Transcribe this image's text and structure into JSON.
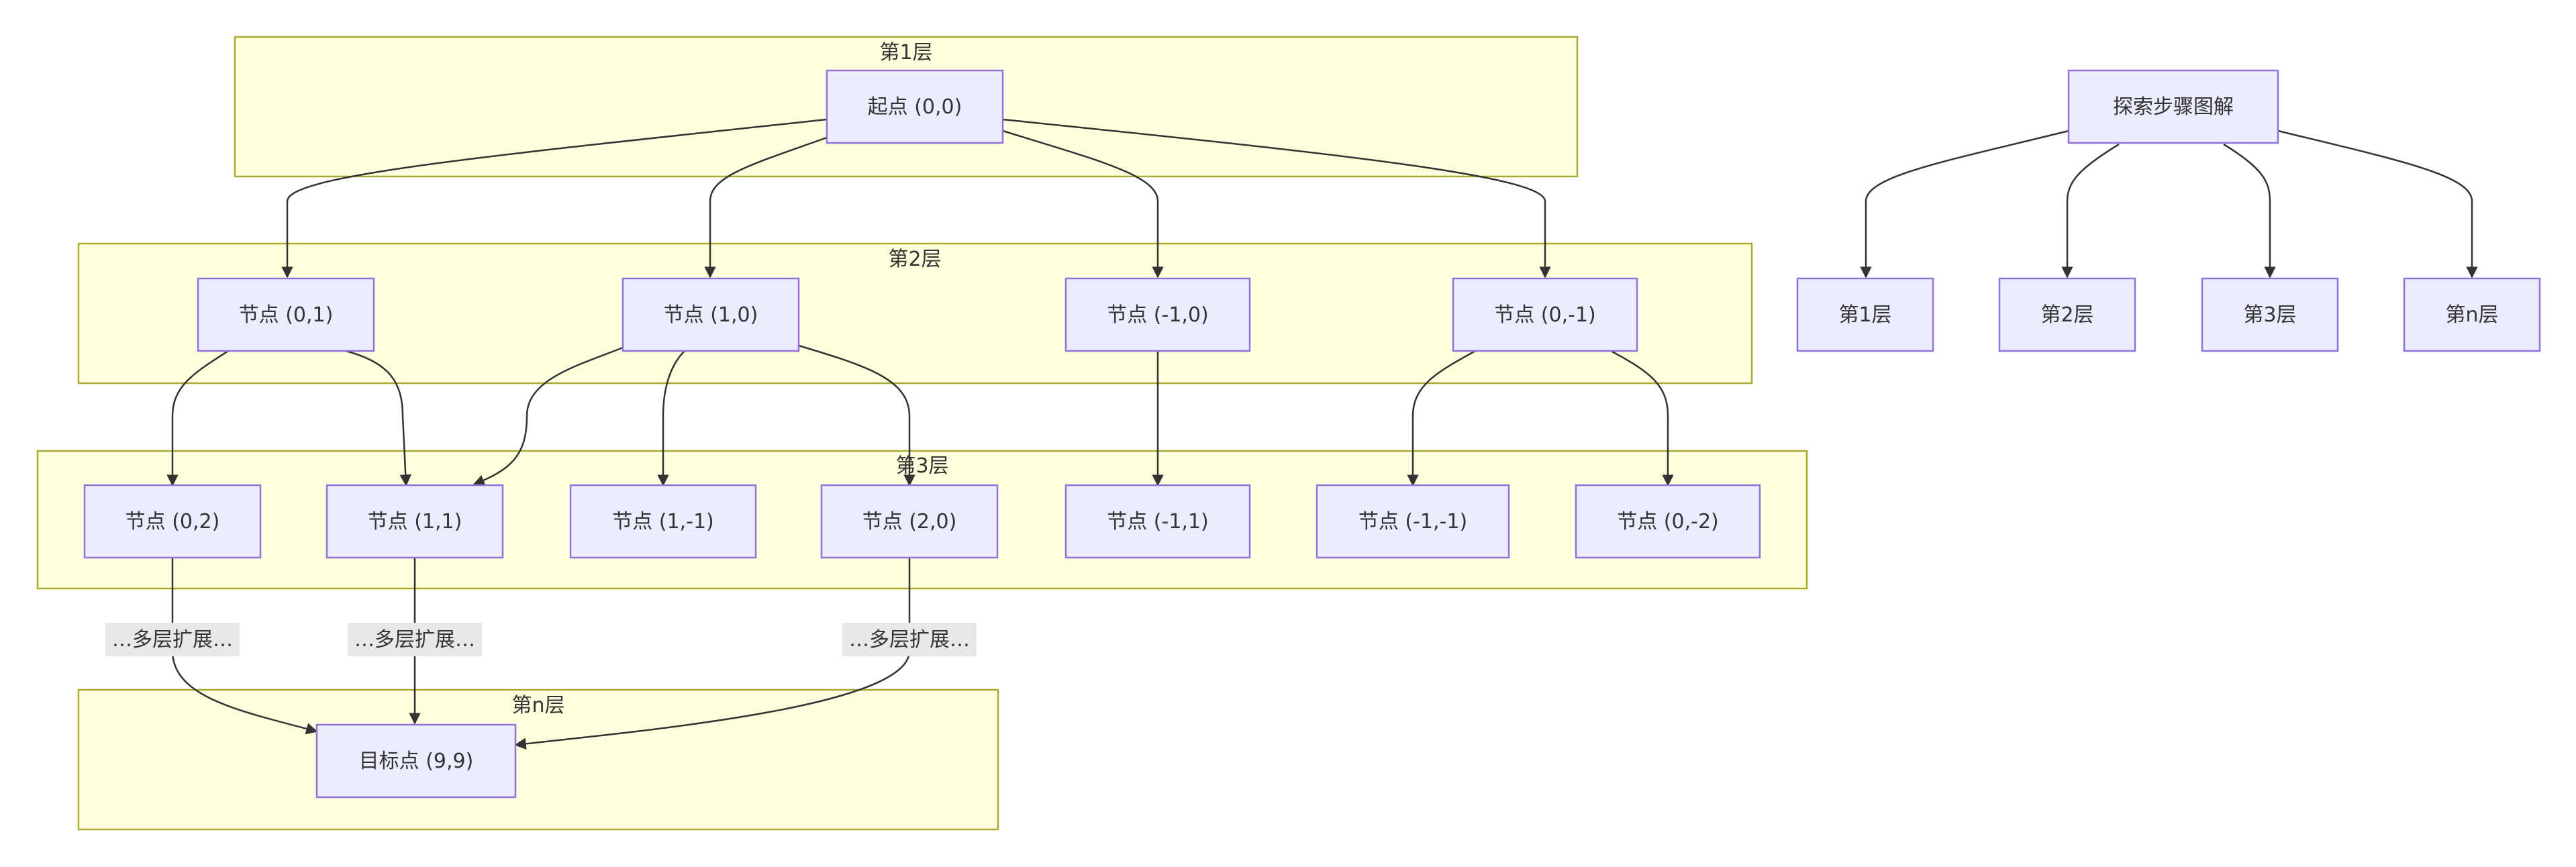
{
  "diagram": {
    "layers": {
      "layer1": "第1层",
      "layer2": "第2层",
      "layer3": "第3层",
      "layern": "第n层"
    },
    "nodes": {
      "start": "起点 (0,0)",
      "n01": "节点 (0,1)",
      "n10": "节点 (1,0)",
      "nm10": "节点 (-1,0)",
      "n0m1": "节点 (0,-1)",
      "n02": "节点 (0,2)",
      "n11": "节点 (1,1)",
      "n1m1": "节点 (1,-1)",
      "n20": "节点 (2,0)",
      "nm11": "节点 (-1,1)",
      "nm1m1": "节点 (-1,-1)",
      "n0m2": "节点 (0,-2)",
      "goal": "目标点 (9,9)"
    },
    "edge_label": "…多层扩展…",
    "legend": {
      "root": "探索步骤图解",
      "items": [
        "第1层",
        "第2层",
        "第3层",
        "第n层"
      ]
    }
  }
}
